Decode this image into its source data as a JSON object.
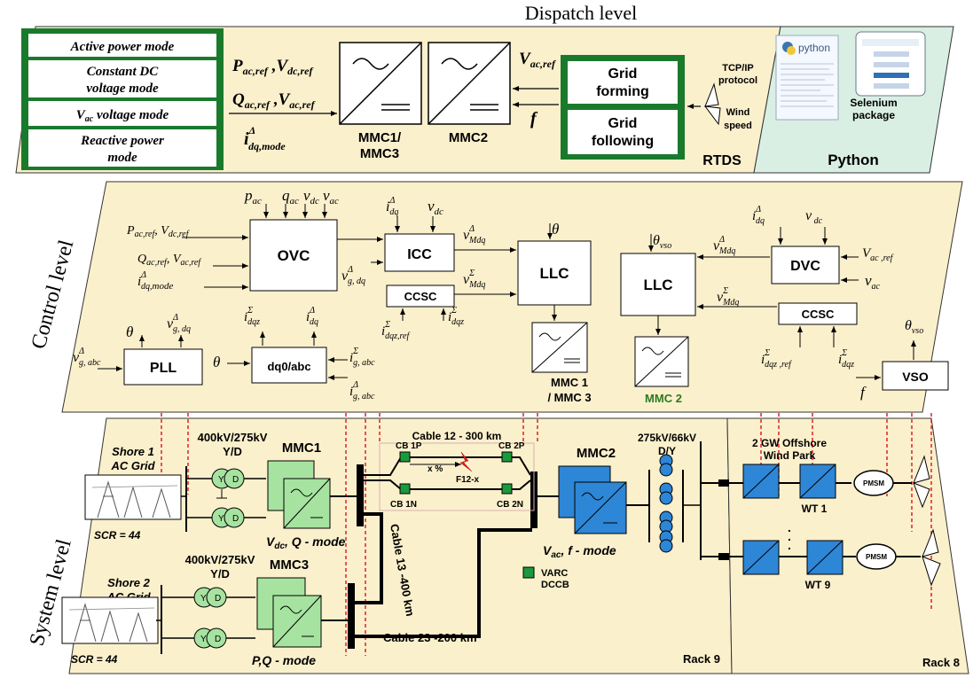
{
  "colors": {
    "panel": "#fbf0cc",
    "python_panel": "#d9efe4",
    "green_border": "#1a7a2c",
    "mmc_green": "#a6e3a0",
    "mmc_blue": "#2e86d6",
    "red_dashed": "#e0202a",
    "breaker": "#1a9a3c"
  },
  "dispatch": {
    "title": "Dispatch level",
    "modes": [
      "Active power mode",
      "Constant DC voltage mode",
      "Vac voltage mode",
      "Reactive power mode"
    ],
    "mode_line2": {
      "constant_dc": "voltage mode",
      "reactive": "mode"
    },
    "signal_1": "Pac,ref ,Vdc,ref",
    "signal_2": "Qac,ref ,Vac,ref",
    "signal_3": "idq,mode",
    "mmc13": "MMC1/",
    "mmc13_b": "MMC3",
    "mmc2": "MMC2",
    "vacref": "Vac,ref",
    "f": "f",
    "grid_forming": "Grid forming",
    "grid_following": "Grid following",
    "rtds": "RTDS",
    "tcp": "TCP/IP",
    "protocol": "protocol",
    "wind": "Wind",
    "speed": "speed",
    "selenium": "Selenium",
    "package": "package",
    "python": "Python",
    "python_logo": "python"
  },
  "control": {
    "title": "Control level",
    "ovc": "OVC",
    "icc": "ICC",
    "ccsc": "CCSC",
    "llc": "LLC",
    "pll": "PLL",
    "dq0": "dq0/abc",
    "dvc": "DVC",
    "vso": "VSO",
    "mmc1_3": "MMC 1",
    "mmc1_3b": "/ MMC 3",
    "mmc2": "MMC 2"
  },
  "system": {
    "title": "System level",
    "shore1": "Shore 1",
    "shore1b": "AC Grid",
    "shore2": "Shore 2",
    "shore2b": "AC Grid",
    "scr1": "SCR = 44",
    "scr2": "SCR = 44",
    "tr1": "400kV/275kV",
    "tr1b": "Y/D",
    "tr2": "400kV/275kV",
    "tr2b": "Y/D",
    "mmc1": "MMC1",
    "mmc3": "MMC3",
    "mmc2": "MMC2",
    "mode1": "Vdc, Q - mode",
    "mode3": "P,Q - mode",
    "mode2": "Vac, f - mode",
    "cable12": "Cable 12 - 300 km",
    "cable13": "Cable 13 -400 km",
    "cable23": "Cable 23 -200 km",
    "cb1p": "CB 1P",
    "cb2p": "CB 2P",
    "cb1n": "CB 1N",
    "cb2n": "CB 2N",
    "xpct": "x %",
    "fault": "F12-x",
    "varc": "VARC",
    "dccb": "DCCB",
    "tr3": "275kV/66kV",
    "tr3b": "D/Y",
    "wind": "2 GW Offshore",
    "windb": "Wind Park",
    "wt1": "WT 1",
    "wt9": "WT 9",
    "pmsm": "PMSM",
    "rack9": "Rack 9",
    "rack8": "Rack 8",
    "ydelta_y": "Y",
    "ydelta_d": "D"
  }
}
